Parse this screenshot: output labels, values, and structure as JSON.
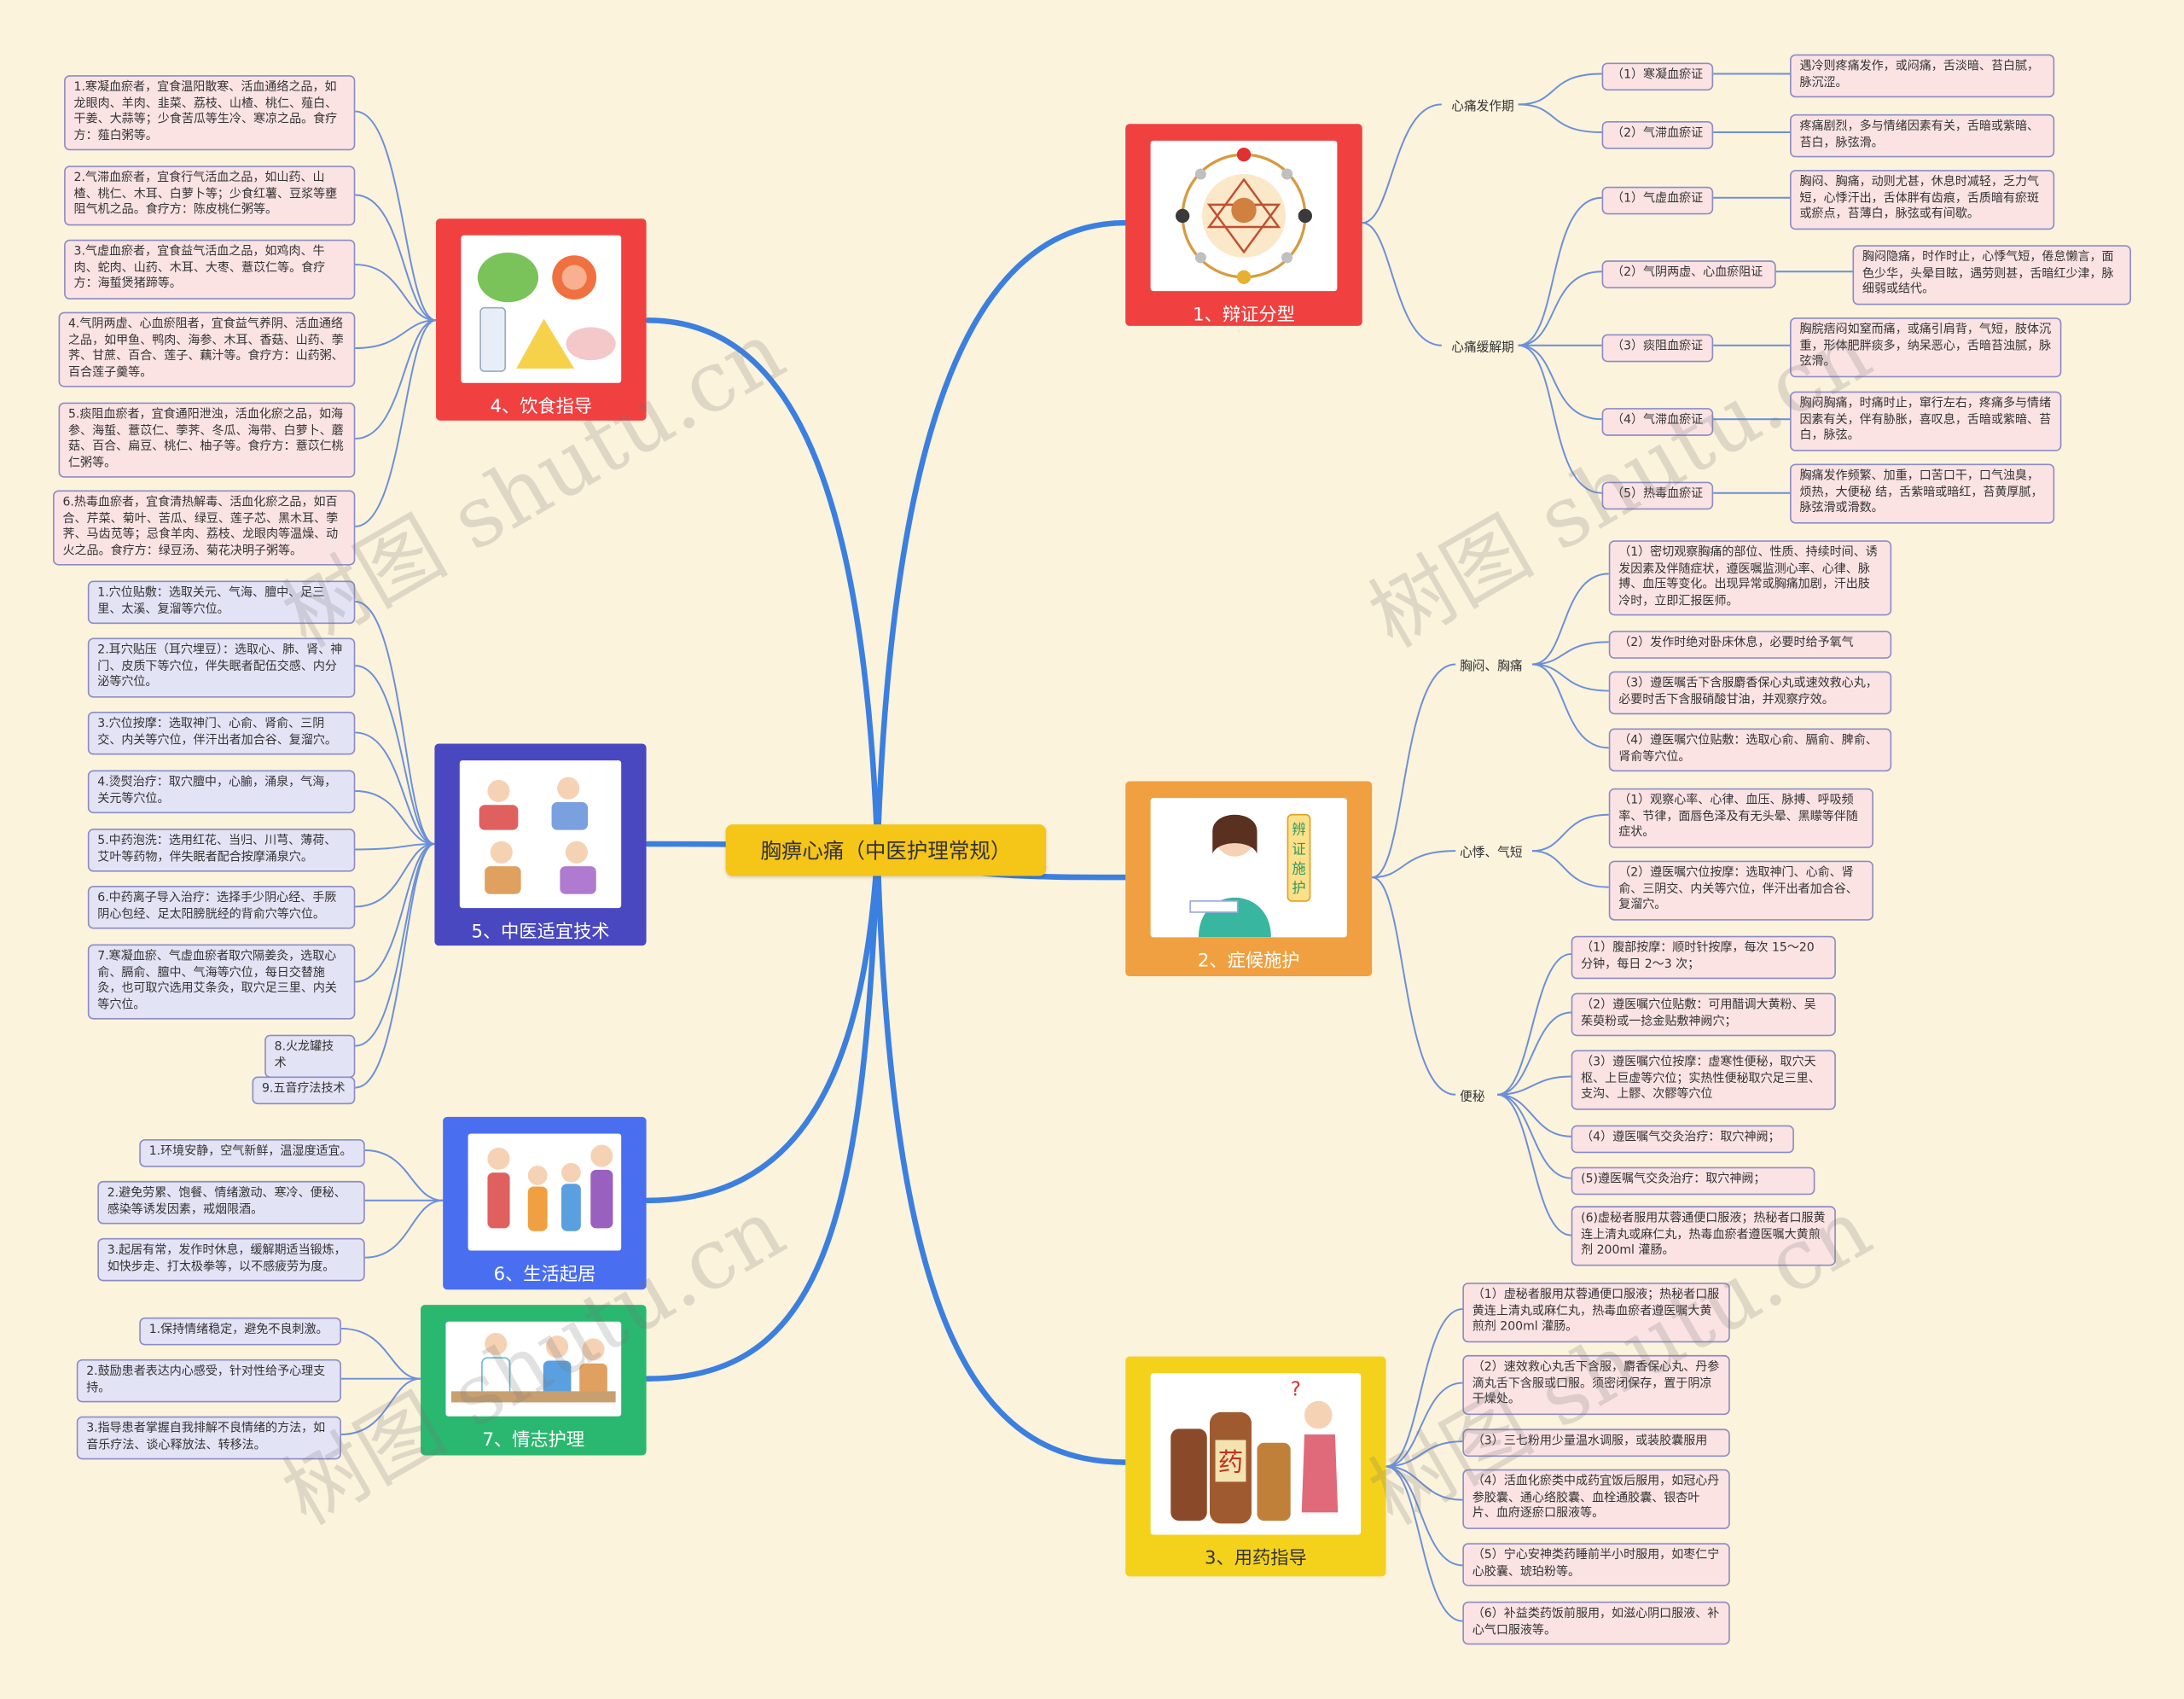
{
  "root": "胸痹心痛（中医护理常规）",
  "watermark": "树图 shutu.cn",
  "colors": {
    "b1": "#f04040",
    "b2": "#f0a040",
    "b3": "#f4d21c",
    "b4": "#f04040",
    "b5": "#4a48c0",
    "b6": "#4a6ef0",
    "b7": "#2ab870",
    "line": "#3377dd",
    "subline": "#6b8fd8"
  },
  "b1": {
    "label": "1、辩证分型",
    "g1": {
      "label": "心痛发作期",
      "items": [
        {
          "label": "（1）寒凝血瘀证",
          "detail": "遇冷则疼痛发作，或闷痛，舌淡暗、苔白腻，脉沉涩。"
        },
        {
          "label": "（2）气滞血瘀证",
          "detail": "疼痛剧烈，多与情绪因素有关，舌暗或紫暗、苔白，脉弦滑。"
        }
      ]
    },
    "g2": {
      "label": "心痛缓解期",
      "items": [
        {
          "label": "（1）气虚血瘀证",
          "detail": "胸闷、胸痛，动则尤甚，休息时减轻，乏力气短，心悸汗出，舌体胖有齿痕，舌质暗有瘀斑或瘀点，苔薄白，脉弦或有间歇。"
        },
        {
          "label": "（2）气阴两虚、心血瘀阻证",
          "detail": "胸闷隐痛，时作时止，心悸气短，倦怠懒言，面色少华，头晕目眩，遇劳则甚，舌暗红少津，脉细弱或结代。"
        },
        {
          "label": "（3）痰阻血瘀证",
          "detail": "胸脘痞闷如窒而痛，或痛引肩背，气短，肢体沉重，形体肥胖痰多，纳呆恶心，舌暗苔浊腻，脉弦滑。"
        },
        {
          "label": "（4）气滞血瘀证",
          "detail": "胸闷胸痛，时痛时止，窜行左右，疼痛多与情绪因素有关，伴有胁胀，喜叹息，舌暗或紫暗、苔白，脉弦。"
        },
        {
          "label": "（5）热毒血瘀证",
          "detail": "胸痛发作频繁、加重，口苦口干，口气浊臭，烦热，大便秘 结，舌紫暗或暗红，苔黄厚腻，脉弦滑或滑数。"
        }
      ]
    }
  },
  "b2": {
    "label": "2、症候施护",
    "g1": {
      "label": "胸闷、胸痛",
      "items": [
        "（1）密切观察胸痛的部位、性质、持续时间、诱发因素及伴随症状，遵医嘱监测心率、心律、脉搏、血压等变化。出现异常或胸痛加剧，汗出肢冷时，立即汇报医师。",
        "（2）发作时绝对卧床休息，必要时给予氧气",
        "（3）遵医嘱舌下含服麝香保心丸或速效救心丸，必要时舌下含服硝酸甘油，并观察疗效。",
        "（4）遵医嘱穴位贴敷：选取心俞、膈俞、脾俞、肾俞等穴位。"
      ]
    },
    "g2": {
      "label": "心悸、气短",
      "items": [
        "（1）观察心率、心律、血压、脉搏、呼吸频率、节律，面唇色泽及有无头晕、黑矇等伴随症状。",
        "（2）遵医嘱穴位按摩：选取神门、心俞、肾俞、三阴交、内关等穴位，伴汗出者加合谷、复溜穴。"
      ]
    },
    "g3": {
      "label": "便秘",
      "items": [
        "（1）腹部按摩：顺时针按摩，每次 15～20 分钟，每日 2～3 次；",
        "（2）遵医嘱穴位贴敷：可用醋调大黄粉、吴茱萸粉或一捻金贴敷神阙穴；",
        "（3）遵医嘱穴位按摩：虚寒性便秘，取穴天枢、上巨虚等穴位；实热性便秘取穴足三里、支沟、上髎、次髎等穴位",
        "（4）遵医嘱气交灸治疗：取穴神阙；",
        "(5)遵医嘱气交灸治疗：取穴神阙；",
        "(6)虚秘者服用苁蓉通便口服液；热秘者口服黄连上清丸或麻仁丸，热毒血瘀者遵医嘱大黄煎剂 200ml 灌肠。"
      ]
    }
  },
  "b3": {
    "label": "3、用药指导",
    "items": [
      "（1）虚秘者服用苁蓉通便口服液；热秘者口服黄连上清丸或麻仁丸，热毒血瘀者遵医嘱大黄煎剂 200ml 灌肠。",
      "（2）速效救心丸舌下含服，麝香保心丸、丹参滴丸舌下含服或口服。须密闭保存，置于阴凉干燥处。",
      "（3）三七粉用少量温水调服，或装胶囊服用",
      "（4）活血化瘀类中成药宜饭后服用，如冠心丹参胶囊、通心络胶囊、血栓通胶囊、银杏叶片、血府逐瘀口服液等。",
      "（5）宁心安神类药睡前半小时服用，如枣仁宁心胶囊、琥珀粉等。",
      "（6）补益类药饭前服用，如滋心阴口服液、补心气口服液等。"
    ]
  },
  "b4": {
    "label": "4、饮食指导",
    "items": [
      "1.寒凝血瘀者，宜食温阳散寒、活血通络之品，如龙眼肉、羊肉、韭菜、荔枝、山楂、桃仁、薤白、干姜、大蒜等；少食苦瓜等生冷、寒凉之品。食疗方：薤白粥等。",
      "2.气滞血瘀者，宜食行气活血之品，如山药、山楂、桃仁、木耳、白萝卜等；少食红薯、豆浆等壅阻气机之品。食疗方：陈皮桃仁粥等。",
      "3.气虚血瘀者，宜食益气活血之品，如鸡肉、牛肉、蛇肉、山药、木耳、大枣、薏苡仁等。食疗方：海蜇煲猪蹄等。",
      "4.气阴两虚、心血瘀阻者，宜食益气养阴、活血通络之品，如甲鱼、鸭肉、海参、木耳、香菇、山药、荸荠、甘蔗、百合、莲子、藕汁等。食疗方：山药粥、百合莲子羹等。",
      "5.痰阻血瘀者，宜食通阳泄浊，活血化瘀之品，如海参、海蜇、薏苡仁、荸荠、冬瓜、海带、白萝卜、蘑菇、百合、扁豆、桃仁、柚子等。食疗方：薏苡仁桃仁粥等。",
      "6.热毒血瘀者，宜食清热解毒、活血化瘀之品，如百合、芹菜、菊叶、苦瓜、绿豆、莲子芯、黑木耳、荸荠、马齿苋等；忌食羊肉、荔枝、龙眼肉等温燥、动火之品。食疗方：绿豆汤、菊花决明子粥等。"
    ]
  },
  "b5": {
    "label": "5、中医适宜技术",
    "items": [
      "1.穴位贴敷：选取关元、气海、膻中、足三里、太溪、复溜等穴位。",
      "2.耳穴贴压（耳穴埋豆）：选取心、肺、肾、神门、皮质下等穴位，伴失眠者配伍交感、内分泌等穴位。",
      "3.穴位按摩：选取神门、心俞、肾俞、三阴交、内关等穴位，伴汗出者加合谷、复溜穴。",
      "4.烫熨治疗：取穴膻中，心腧，涌泉，气海，关元等穴位。",
      "5.中药泡洗：选用红花、当归、川芎、薄荷、艾叶等药物，伴失眠者配合按摩涌泉穴。",
      "6.中药离子导入治疗：选择手少阴心经、手厥阴心包经、足太阳膀胱经的背俞穴等穴位。",
      "7.寒凝血瘀、气虚血瘀者取穴隔姜灸，选取心俞、膈俞、膻中、气海等穴位，每日交替施灸，也可取穴选用艾条灸，取穴足三里、内关等穴位。",
      "8.火龙罐技术",
      "9.五音疗法技术"
    ]
  },
  "b6": {
    "label": "6、生活起居",
    "items": [
      "1.环境安静，空气新鲜，温湿度适宜。",
      "2.避免劳累、饱餐、情绪激动、寒冷、便秘、感染等诱发因素，戒烟限酒。",
      "3.起居有常，发作时休息，缓解期适当锻炼，如快步走、打太极拳等，以不感疲劳为度。"
    ]
  },
  "b7": {
    "label": "7、情志护理",
    "items": [
      "1.保持情绪稳定，避免不良刺激。",
      "2.鼓励患者表达内心感受，针对性给予心理支持。",
      "3.指导患者掌握自我排解不良情绪的方法，如音乐疗法、谈心释放法、转移法。"
    ]
  },
  "b2pic": {
    "sign": "辨证施护"
  },
  "b3pic": {
    "sign": "药"
  }
}
